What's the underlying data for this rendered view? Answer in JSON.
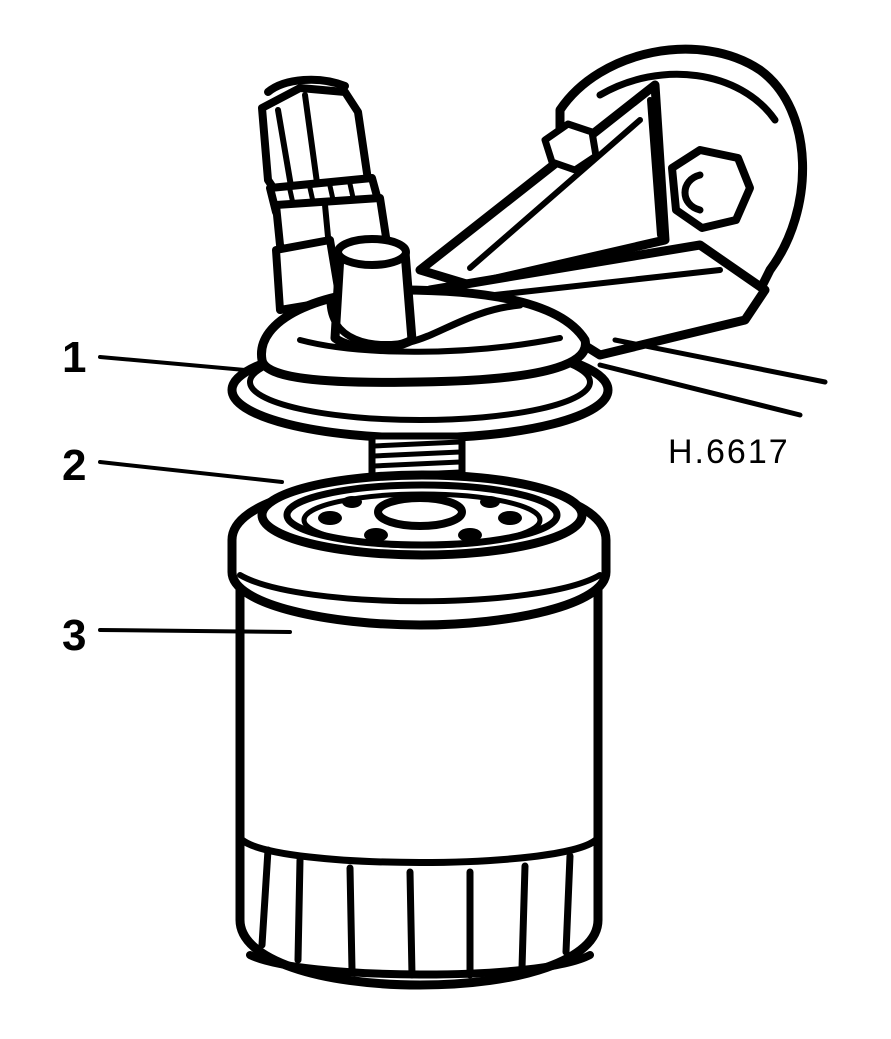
{
  "callouts": [
    {
      "id": "1",
      "label": "1"
    },
    {
      "id": "2",
      "label": "2"
    },
    {
      "id": "3",
      "label": "3"
    }
  ],
  "reference_code": "H.6617",
  "colors": {
    "ink": "#000000",
    "paper": "#ffffff"
  }
}
